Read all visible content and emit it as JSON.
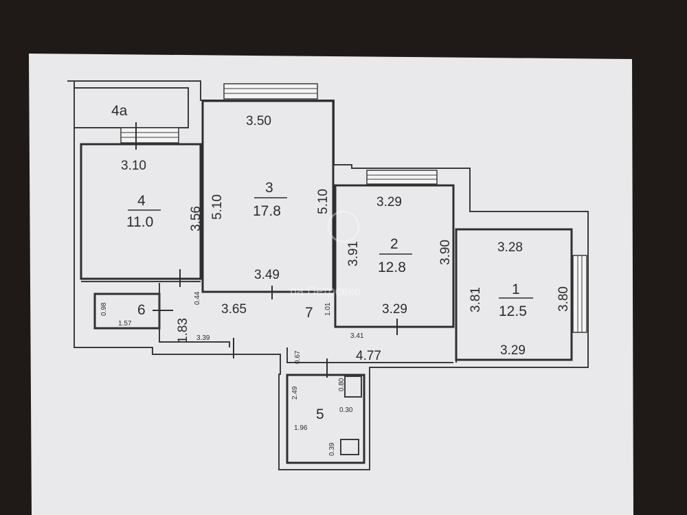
{
  "rooms": {
    "r4a": {
      "label": "4a"
    },
    "r4": {
      "number": "4",
      "area": "11.0",
      "top": "3.10",
      "side": "3.56"
    },
    "r3": {
      "number": "3",
      "area": "17.8",
      "top": "3.50",
      "left": "5.10",
      "right": "5.10",
      "bottom": "3.49"
    },
    "r2": {
      "number": "2",
      "area": "12.8",
      "top": "3.29",
      "left": "3.91",
      "right": "3.90",
      "bottom": "3.29",
      "below": "3.41"
    },
    "r1": {
      "number": "1",
      "area": "12.5",
      "top": "3.28",
      "left": "3.81",
      "right": "3.80",
      "bottom": "3.29"
    },
    "r5": {
      "number": "5",
      "d1": "2.49",
      "d2": "0.80",
      "d3": "0.30",
      "d4": "1.96",
      "d5": "0.39"
    },
    "r6": {
      "number": "6",
      "d1": "0.98",
      "d2": "1.57"
    },
    "r7": {
      "number": "7",
      "d1": "3.65",
      "d2": "1.83",
      "d3": "0.44",
      "d4": "1.01",
      "d5": "3.39",
      "d6": "0.67",
      "d7": "4.77"
    }
  },
  "watermark": "na Петровке"
}
